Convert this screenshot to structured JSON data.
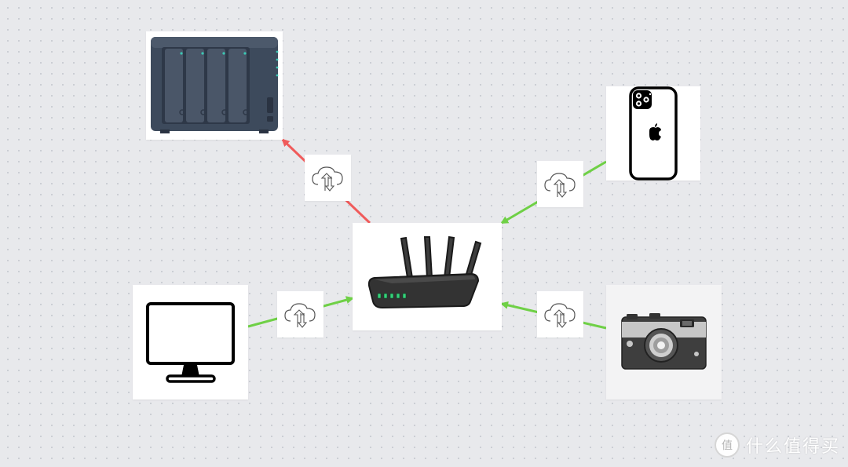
{
  "colors": {
    "background": "#e8e9ec",
    "card": "#ffffff",
    "upload_edge": "#f05b5b",
    "download_edge": "#6fd046",
    "nas_body": "#3d4a5c",
    "nas_indicator": "#3cc7b4",
    "router_body": "#333333",
    "router_led": "#35d27a"
  },
  "nodes": [
    {
      "id": "nas",
      "icon": "nas-server-icon"
    },
    {
      "id": "router",
      "icon": "wifi-router-icon"
    },
    {
      "id": "phone",
      "icon": "smartphone-icon"
    },
    {
      "id": "monitor",
      "icon": "desktop-monitor-icon"
    },
    {
      "id": "camera",
      "icon": "camera-icon"
    }
  ],
  "edges": [
    {
      "from": "router",
      "to": "nas",
      "color": "upload_edge",
      "badge_icon": "cloud-sync-icon"
    },
    {
      "from": "phone",
      "to": "router",
      "color": "download_edge",
      "badge_icon": "cloud-sync-icon"
    },
    {
      "from": "monitor",
      "to": "router",
      "color": "download_edge",
      "badge_icon": "cloud-sync-icon"
    },
    {
      "from": "camera",
      "to": "router",
      "color": "download_edge",
      "badge_icon": "cloud-sync-icon"
    }
  ],
  "watermark": {
    "logo_text": "值",
    "text": "什么值得买"
  }
}
